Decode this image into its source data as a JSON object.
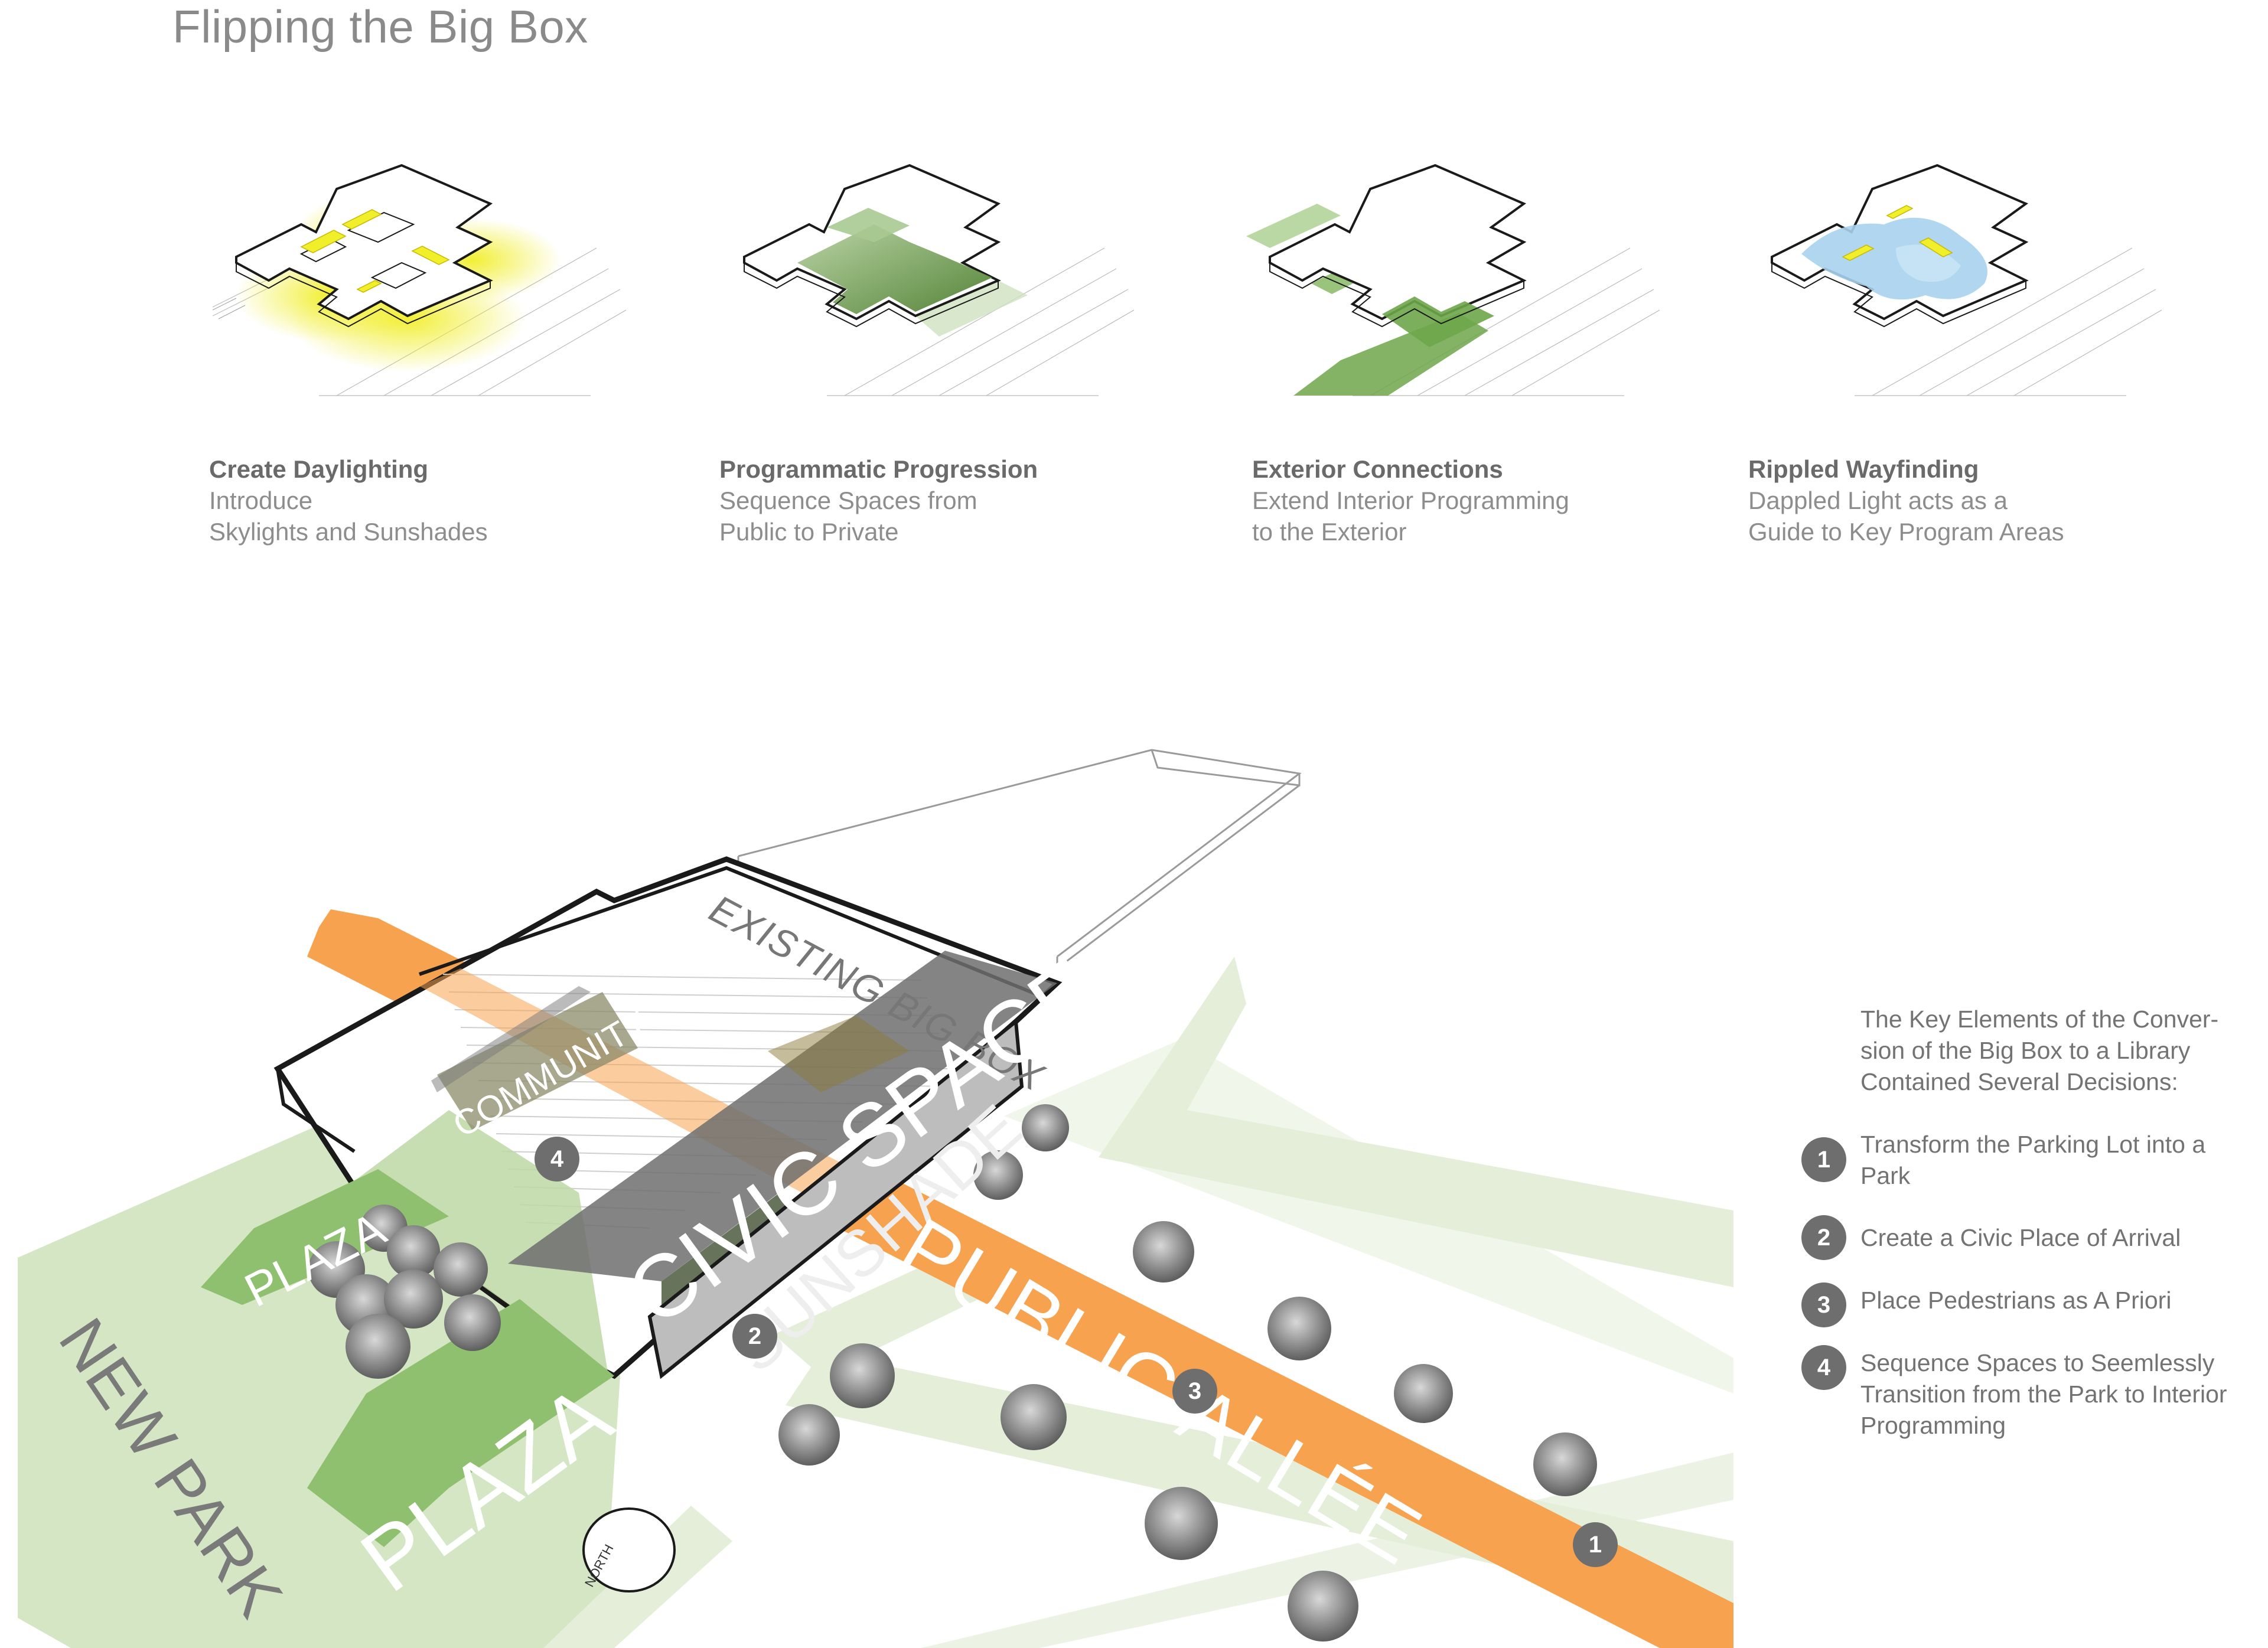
{
  "title": "Flipping the Big Box",
  "colors": {
    "daylight": "#f1ee2a",
    "green": "#73a650",
    "light_green": "#e2ebd3",
    "plaza_green": "#9ac97e",
    "orange": "#f7a24f",
    "gray": "#7a7a7a",
    "blue": "#a9d3ee"
  },
  "strategies": [
    {
      "heading": "Create Daylighting",
      "line1": "Introduce",
      "line2": "Skylights and Sunshades"
    },
    {
      "heading": "Programmatic Progression",
      "line1": "Sequence Spaces from",
      "line2": "Public to Private"
    },
    {
      "heading": "Exterior Connections",
      "line1": "Extend Interior Programming",
      "line2": "to the Exterior"
    },
    {
      "heading": "Rippled Wayfinding",
      "line1": "Dappled Light acts as a",
      "line2": "Guide to Key Program Areas"
    }
  ],
  "diagram": {
    "existing_big_box": "EXISTING BIG BOX",
    "community": "COMMUNITY",
    "civic_space": "CIVIC SPACE",
    "sunshade": "SUNSHADE",
    "public_allee": "PUBLIC ALLÉE",
    "plaza_small": "PLAZA",
    "plaza_large": "PLAZA",
    "new_park": "NEW PARK",
    "north": "NORTH",
    "markers": [
      "4",
      "2",
      "3",
      "1"
    ]
  },
  "key": {
    "intro": [
      "The Key Elements of the Conver-",
      "sion of the Big Box to a Library",
      "Contained Several Decisions:"
    ],
    "items": [
      {
        "number": "1",
        "lines": [
          "Transform the Parking Lot into a",
          "Park"
        ]
      },
      {
        "number": "2",
        "lines": [
          "Create a Civic Place of Arrival"
        ]
      },
      {
        "number": "3",
        "lines": [
          "Place Pedestrians as A Priori"
        ]
      },
      {
        "number": "4",
        "lines": [
          "Sequence Spaces to Seemlessly",
          "Transition from the Park to Interior",
          "Programming"
        ]
      }
    ]
  }
}
